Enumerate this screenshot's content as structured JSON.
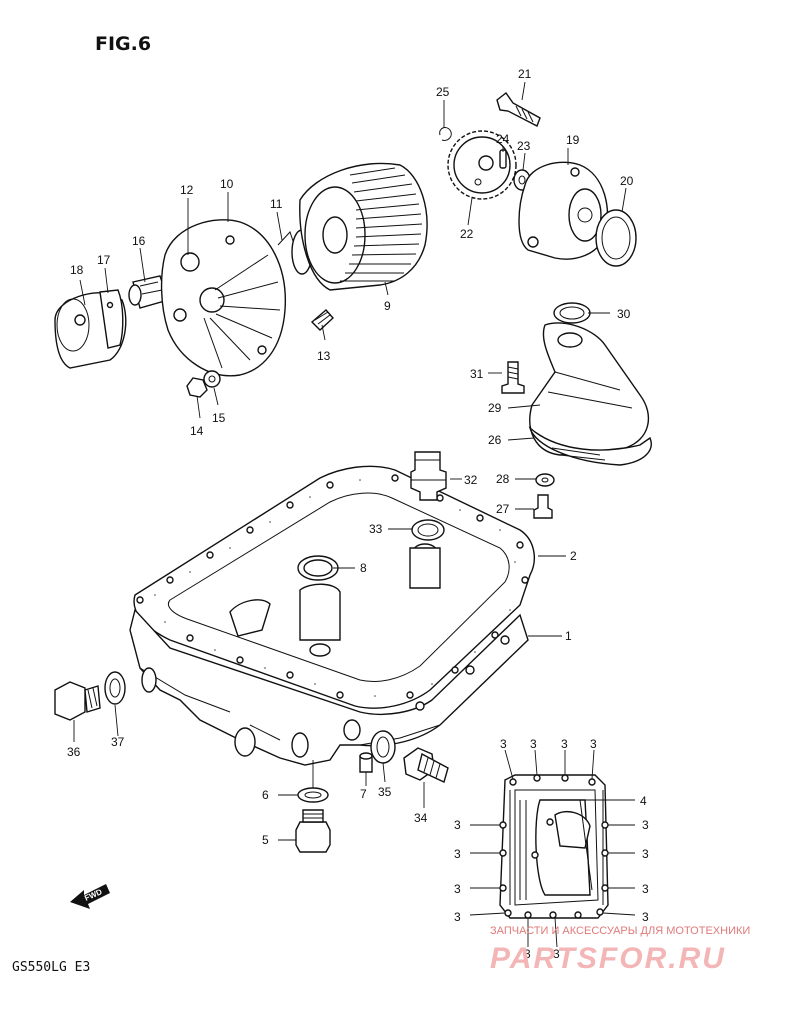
{
  "figure": {
    "title": "FIG.6",
    "model_code": "GS550LG  E3",
    "fwd_label": "FWD"
  },
  "watermark": {
    "tagline": "ЗАПЧАСТИ И АКСЕССУАРЫ ДЛЯ МОТОТЕХНИКИ",
    "brand": "PARTSFOR.RU"
  },
  "callouts": [
    {
      "id": "c1",
      "text": "1"
    },
    {
      "id": "c2",
      "text": "2"
    },
    {
      "id": "c5",
      "text": "5"
    },
    {
      "id": "c6",
      "text": "6"
    },
    {
      "id": "c7",
      "text": "7"
    },
    {
      "id": "c8",
      "text": "8"
    },
    {
      "id": "c9",
      "text": "9"
    },
    {
      "id": "c10",
      "text": "10"
    },
    {
      "id": "c11",
      "text": "11"
    },
    {
      "id": "c12",
      "text": "12"
    },
    {
      "id": "c13",
      "text": "13"
    },
    {
      "id": "c14",
      "text": "14"
    },
    {
      "id": "c15",
      "text": "15"
    },
    {
      "id": "c16",
      "text": "16"
    },
    {
      "id": "c17",
      "text": "17"
    },
    {
      "id": "c18",
      "text": "18"
    },
    {
      "id": "c19",
      "text": "19"
    },
    {
      "id": "c20",
      "text": "20"
    },
    {
      "id": "c21",
      "text": "21"
    },
    {
      "id": "c22",
      "text": "22"
    },
    {
      "id": "c23",
      "text": "23"
    },
    {
      "id": "c24",
      "text": "24"
    },
    {
      "id": "c25",
      "text": "25"
    },
    {
      "id": "c26",
      "text": "26"
    },
    {
      "id": "c27",
      "text": "27"
    },
    {
      "id": "c28",
      "text": "28"
    },
    {
      "id": "c29",
      "text": "29"
    },
    {
      "id": "c30",
      "text": "30"
    },
    {
      "id": "c31",
      "text": "31"
    },
    {
      "id": "c32",
      "text": "32"
    },
    {
      "id": "c33",
      "text": "33"
    },
    {
      "id": "c34",
      "text": "34"
    },
    {
      "id": "c35",
      "text": "35"
    },
    {
      "id": "c36",
      "text": "36"
    },
    {
      "id": "c37",
      "text": "37"
    },
    {
      "id": "c4",
      "text": "4"
    }
  ],
  "bolt_label": "3"
}
